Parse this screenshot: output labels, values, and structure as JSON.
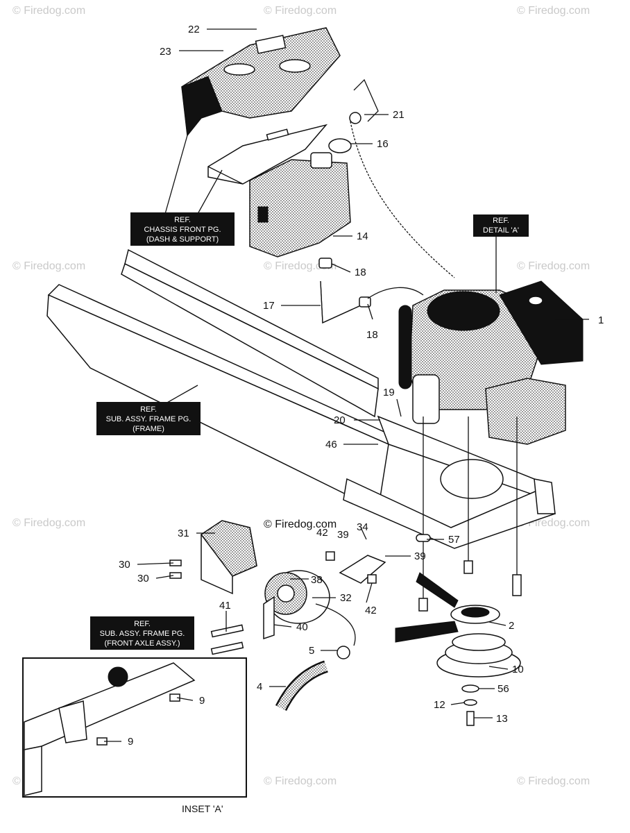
{
  "watermark": "© Firedog.com",
  "ref_boxes": {
    "chassis": [
      "REF.",
      "CHASSIS FRONT PG.",
      "(DASH & SUPPORT)"
    ],
    "detail": [
      "REF.",
      "DETAIL 'A'"
    ],
    "frame": [
      "REF.",
      "SUB. ASSY. FRAME PG.",
      "(FRAME)"
    ],
    "front_axle": [
      "REF.",
      "SUB. ASSY. FRAME PG.",
      "(FRONT AXLE ASSY.)"
    ]
  },
  "callouts": {
    "c1": "1",
    "c2": "2",
    "c4": "4",
    "c5": "5",
    "c9a": "9",
    "c9b": "9",
    "c10": "10",
    "c12": "12",
    "c13": "13",
    "c14": "14",
    "c16": "16",
    "c17": "17",
    "c18a": "18",
    "c18b": "18",
    "c19": "19",
    "c20": "20",
    "c21": "21",
    "c22": "22",
    "c23": "23",
    "c30a": "30",
    "c30b": "30",
    "c31": "31",
    "c32": "32",
    "c34": "34",
    "c38": "38",
    "c39a": "39",
    "c39b": "39",
    "c40": "40",
    "c41": "41",
    "c42a": "42",
    "c42b": "42",
    "c46": "46",
    "c56": "56",
    "c57": "57"
  },
  "inset_label": "INSET 'A'",
  "center_watermark": "© Firedog.com"
}
